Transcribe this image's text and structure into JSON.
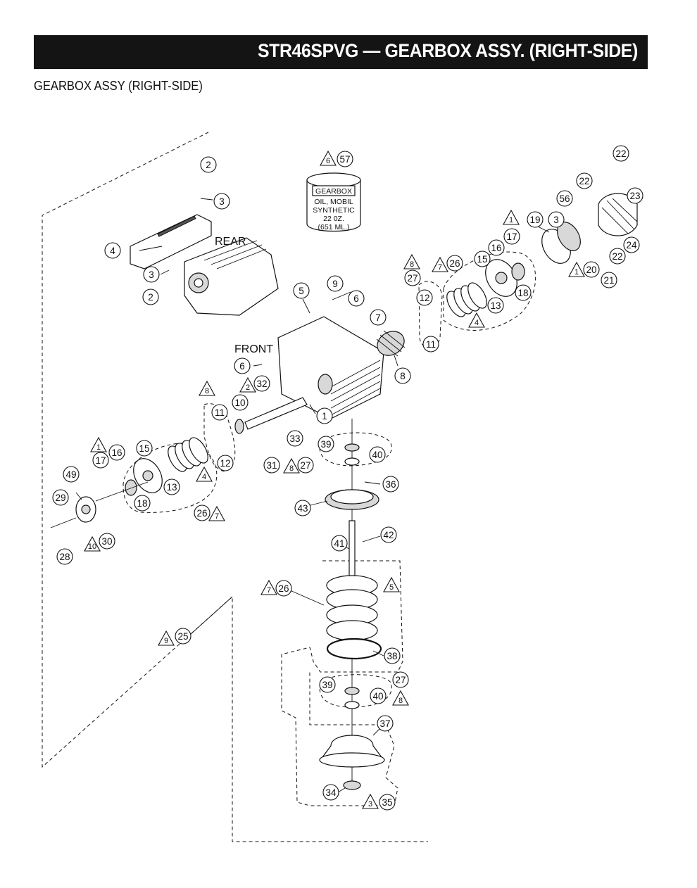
{
  "header": {
    "title": "STR46SPVG — GEARBOX ASSY. (RIGHT-SIDE)"
  },
  "subtitle": "GEARBOX  ASSY (RIGHT-SIDE)",
  "labels": {
    "rear": "REAR",
    "front": "FRONT"
  },
  "oil_can": {
    "line1": "GEARBOX",
    "line2": "OIL, MOBIL",
    "line3": "SYNTHETIC",
    "line4": "22 0Z.",
    "line5": "(651 ML.)"
  },
  "callouts": [
    {
      "id": "c2a",
      "n": "2"
    },
    {
      "id": "c3a",
      "n": "3"
    },
    {
      "id": "c4a",
      "n": "4"
    },
    {
      "id": "c3b",
      "n": "3"
    },
    {
      "id": "c2b",
      "n": "2"
    },
    {
      "id": "c57",
      "n": "57"
    },
    {
      "id": "c22a",
      "n": "22"
    },
    {
      "id": "c22b",
      "n": "22"
    },
    {
      "id": "c23",
      "n": "23"
    },
    {
      "id": "c56",
      "n": "56"
    },
    {
      "id": "c3c",
      "n": "3"
    },
    {
      "id": "c19",
      "n": "19"
    },
    {
      "id": "c17a",
      "n": "17"
    },
    {
      "id": "c16a",
      "n": "16"
    },
    {
      "id": "c15a",
      "n": "15"
    },
    {
      "id": "c26a",
      "n": "26"
    },
    {
      "id": "c27a",
      "n": "27"
    },
    {
      "id": "c12a",
      "n": "12"
    },
    {
      "id": "c13a",
      "n": "13"
    },
    {
      "id": "c18a",
      "n": "18"
    },
    {
      "id": "c11a",
      "n": "11"
    },
    {
      "id": "c20",
      "n": "20"
    },
    {
      "id": "c21",
      "n": "21"
    },
    {
      "id": "c22c",
      "n": "22"
    },
    {
      "id": "c24",
      "n": "24"
    },
    {
      "id": "c5",
      "n": "5"
    },
    {
      "id": "c9",
      "n": "9"
    },
    {
      "id": "c6a",
      "n": "6"
    },
    {
      "id": "c7",
      "n": "7"
    },
    {
      "id": "c8",
      "n": "8"
    },
    {
      "id": "c6b",
      "n": "6"
    },
    {
      "id": "c32",
      "n": "32"
    },
    {
      "id": "c10",
      "n": "10"
    },
    {
      "id": "c1",
      "n": "1"
    },
    {
      "id": "c11b",
      "n": "11"
    },
    {
      "id": "c12b",
      "n": "12"
    },
    {
      "id": "c33",
      "n": "33"
    },
    {
      "id": "c31",
      "n": "31"
    },
    {
      "id": "c39a",
      "n": "39"
    },
    {
      "id": "c40a",
      "n": "40"
    },
    {
      "id": "c27b",
      "n": "27"
    },
    {
      "id": "c36",
      "n": "36"
    },
    {
      "id": "c43",
      "n": "43"
    },
    {
      "id": "c42",
      "n": "42"
    },
    {
      "id": "c41",
      "n": "41"
    },
    {
      "id": "c16b",
      "n": "16"
    },
    {
      "id": "c15b",
      "n": "15"
    },
    {
      "id": "c17b",
      "n": "17"
    },
    {
      "id": "c13b",
      "n": "13"
    },
    {
      "id": "c18b",
      "n": "18"
    },
    {
      "id": "c49",
      "n": "49"
    },
    {
      "id": "c29",
      "n": "29"
    },
    {
      "id": "c30",
      "n": "30"
    },
    {
      "id": "c28",
      "n": "28"
    },
    {
      "id": "c26b",
      "n": "26"
    },
    {
      "id": "c26c",
      "n": "26"
    },
    {
      "id": "c25",
      "n": "25"
    },
    {
      "id": "c38",
      "n": "38"
    },
    {
      "id": "c39b",
      "n": "39"
    },
    {
      "id": "c40b",
      "n": "40"
    },
    {
      "id": "c27c",
      "n": "27"
    },
    {
      "id": "c37",
      "n": "37"
    },
    {
      "id": "c34",
      "n": "34"
    },
    {
      "id": "c35",
      "n": "35"
    }
  ],
  "note_triangles": [
    {
      "id": "t6",
      "n": "6"
    },
    {
      "id": "t1a",
      "n": "1"
    },
    {
      "id": "t1b",
      "n": "1"
    },
    {
      "id": "t8a",
      "n": "8"
    },
    {
      "id": "t7a",
      "n": "7"
    },
    {
      "id": "t4a",
      "n": "4"
    },
    {
      "id": "t2",
      "n": "2"
    },
    {
      "id": "t8b",
      "n": "8"
    },
    {
      "id": "t8c",
      "n": "8"
    },
    {
      "id": "t1c",
      "n": "1"
    },
    {
      "id": "t4b",
      "n": "4"
    },
    {
      "id": "t7b",
      "n": "7"
    },
    {
      "id": "t10",
      "n": "10"
    },
    {
      "id": "t9",
      "n": "9"
    },
    {
      "id": "t7c",
      "n": "7"
    },
    {
      "id": "t5",
      "n": "5"
    },
    {
      "id": "t8d",
      "n": "8"
    },
    {
      "id": "t3",
      "n": "3"
    }
  ]
}
